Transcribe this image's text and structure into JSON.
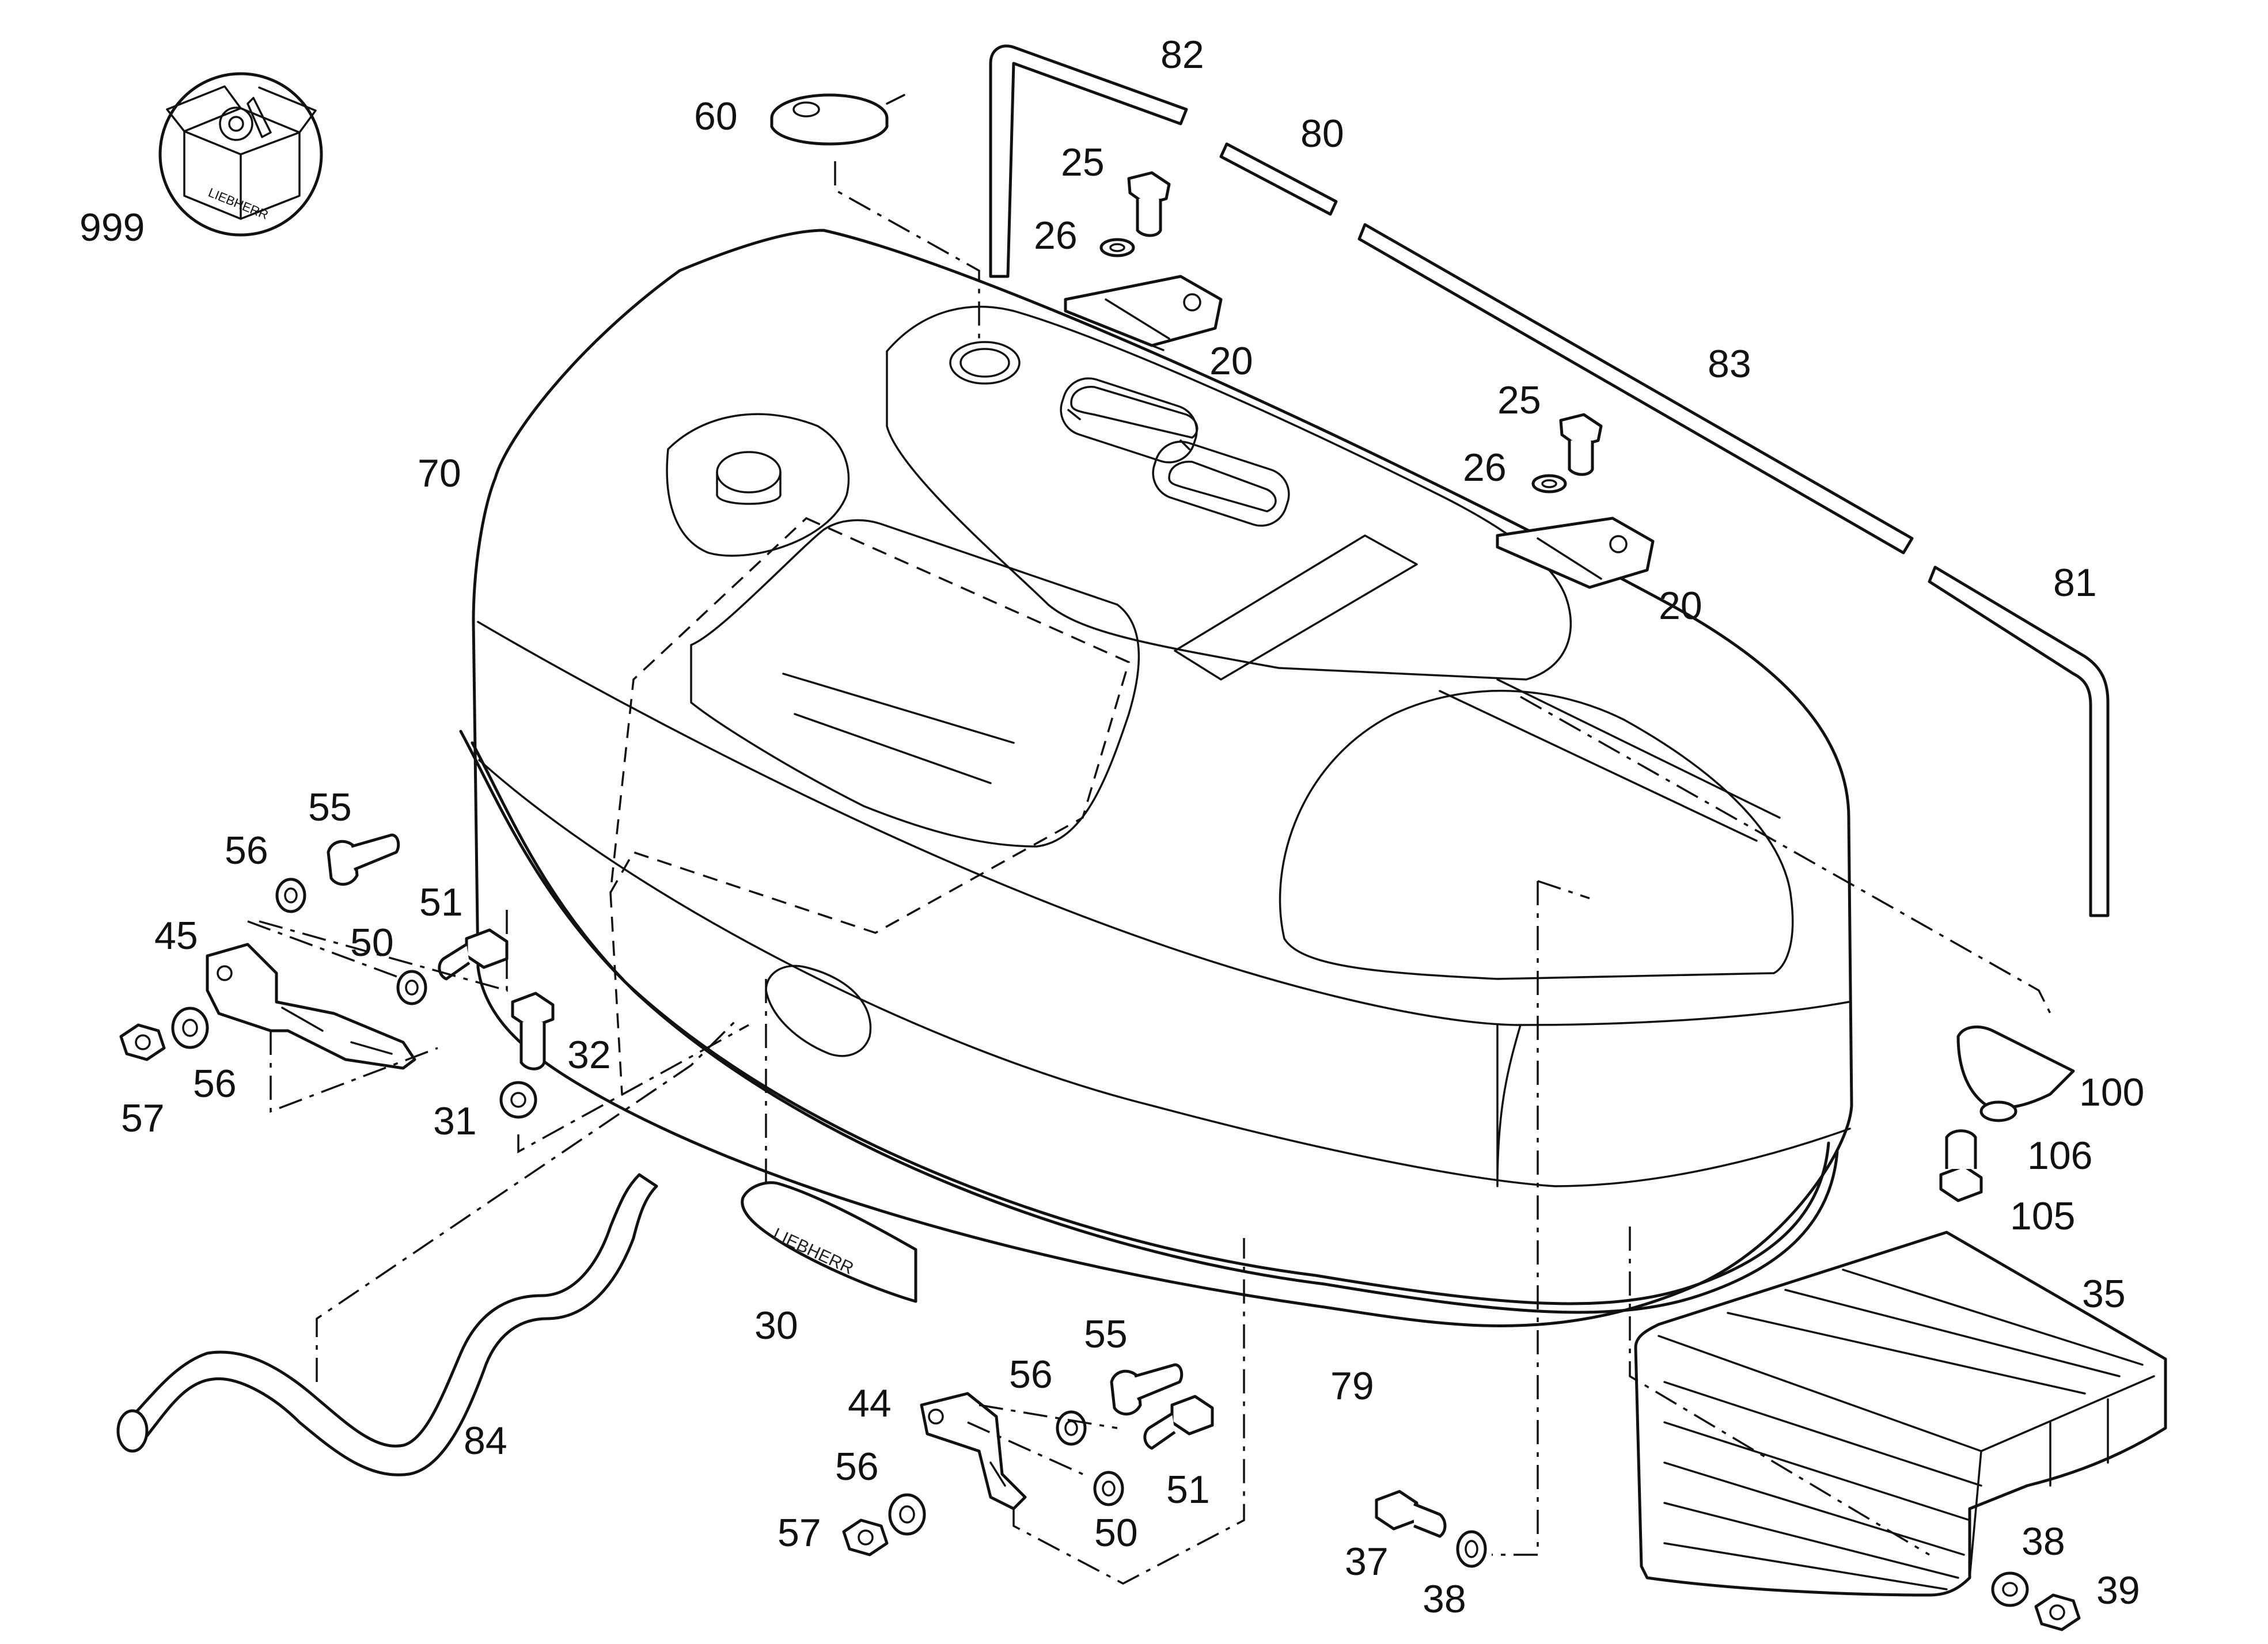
{
  "labels": {
    "p999": "999",
    "p60": "60",
    "p82": "82",
    "p80": "80",
    "p25a": "25",
    "p26a": "26",
    "p20a": "20",
    "p83": "83",
    "p25b": "25",
    "p26b": "26",
    "p20b": "20",
    "p81": "81",
    "p70": "70",
    "p55a": "55",
    "p56a": "56",
    "p51a": "51",
    "p45": "45",
    "p50a": "50",
    "p32": "32",
    "p56b": "56",
    "p57a": "57",
    "p31": "31",
    "p100": "100",
    "p106": "106",
    "p105": "105",
    "p35": "35",
    "p30": "30",
    "p55b": "55",
    "p56c": "56",
    "p44": "44",
    "p79": "79",
    "p51b": "51",
    "p84": "84",
    "p56d": "56",
    "p50b": "50",
    "p57b": "57",
    "p37": "37",
    "p38a": "38",
    "p38b": "38",
    "p39": "39"
  },
  "icons": {
    "kit_box": "parts-kit-box-icon",
    "brand_badge": "brand-logo-badge"
  }
}
